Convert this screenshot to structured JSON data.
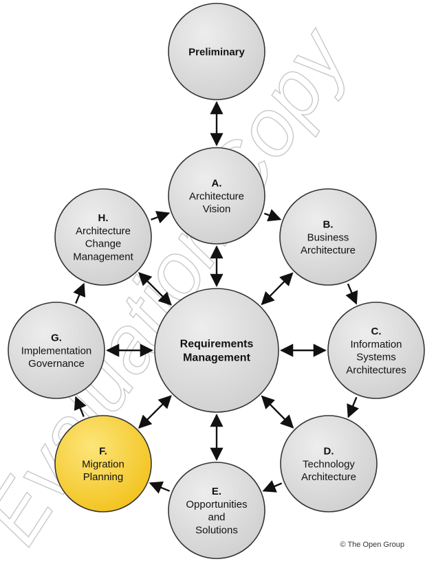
{
  "colors": {
    "circle_fill": "#cfcfcf",
    "circle_highlight": "#ededed",
    "circle_stroke": "#333333",
    "highlight_fill": "#f2c21b",
    "highlight_light": "#fde57a",
    "arrow": "#111111",
    "watermark": "#c8c8c8"
  },
  "watermark": {
    "text": "Evaluation Copy"
  },
  "phases": {
    "preliminary": {
      "lines": [
        "Preliminary"
      ]
    },
    "a": {
      "lines": [
        "A.",
        "Architecture",
        "Vision"
      ]
    },
    "b": {
      "lines": [
        "B.",
        "Business",
        "Architecture"
      ]
    },
    "c": {
      "lines": [
        "C.",
        "Information",
        "Systems",
        "Architectures"
      ]
    },
    "d": {
      "lines": [
        "D.",
        "Technology",
        "Architecture"
      ]
    },
    "e": {
      "lines": [
        "E.",
        "Opportunities",
        "and",
        "Solutions"
      ]
    },
    "f": {
      "lines": [
        "F.",
        "Migration",
        "Planning"
      ],
      "highlighted": true
    },
    "g": {
      "lines": [
        "G.",
        "Implementation",
        "Governance"
      ]
    },
    "h": {
      "lines": [
        "H.",
        "Architecture",
        "Change",
        "Management"
      ]
    },
    "rm": {
      "lines": [
        "Requirements",
        "Management"
      ]
    }
  },
  "copyright": "© The Open Group"
}
